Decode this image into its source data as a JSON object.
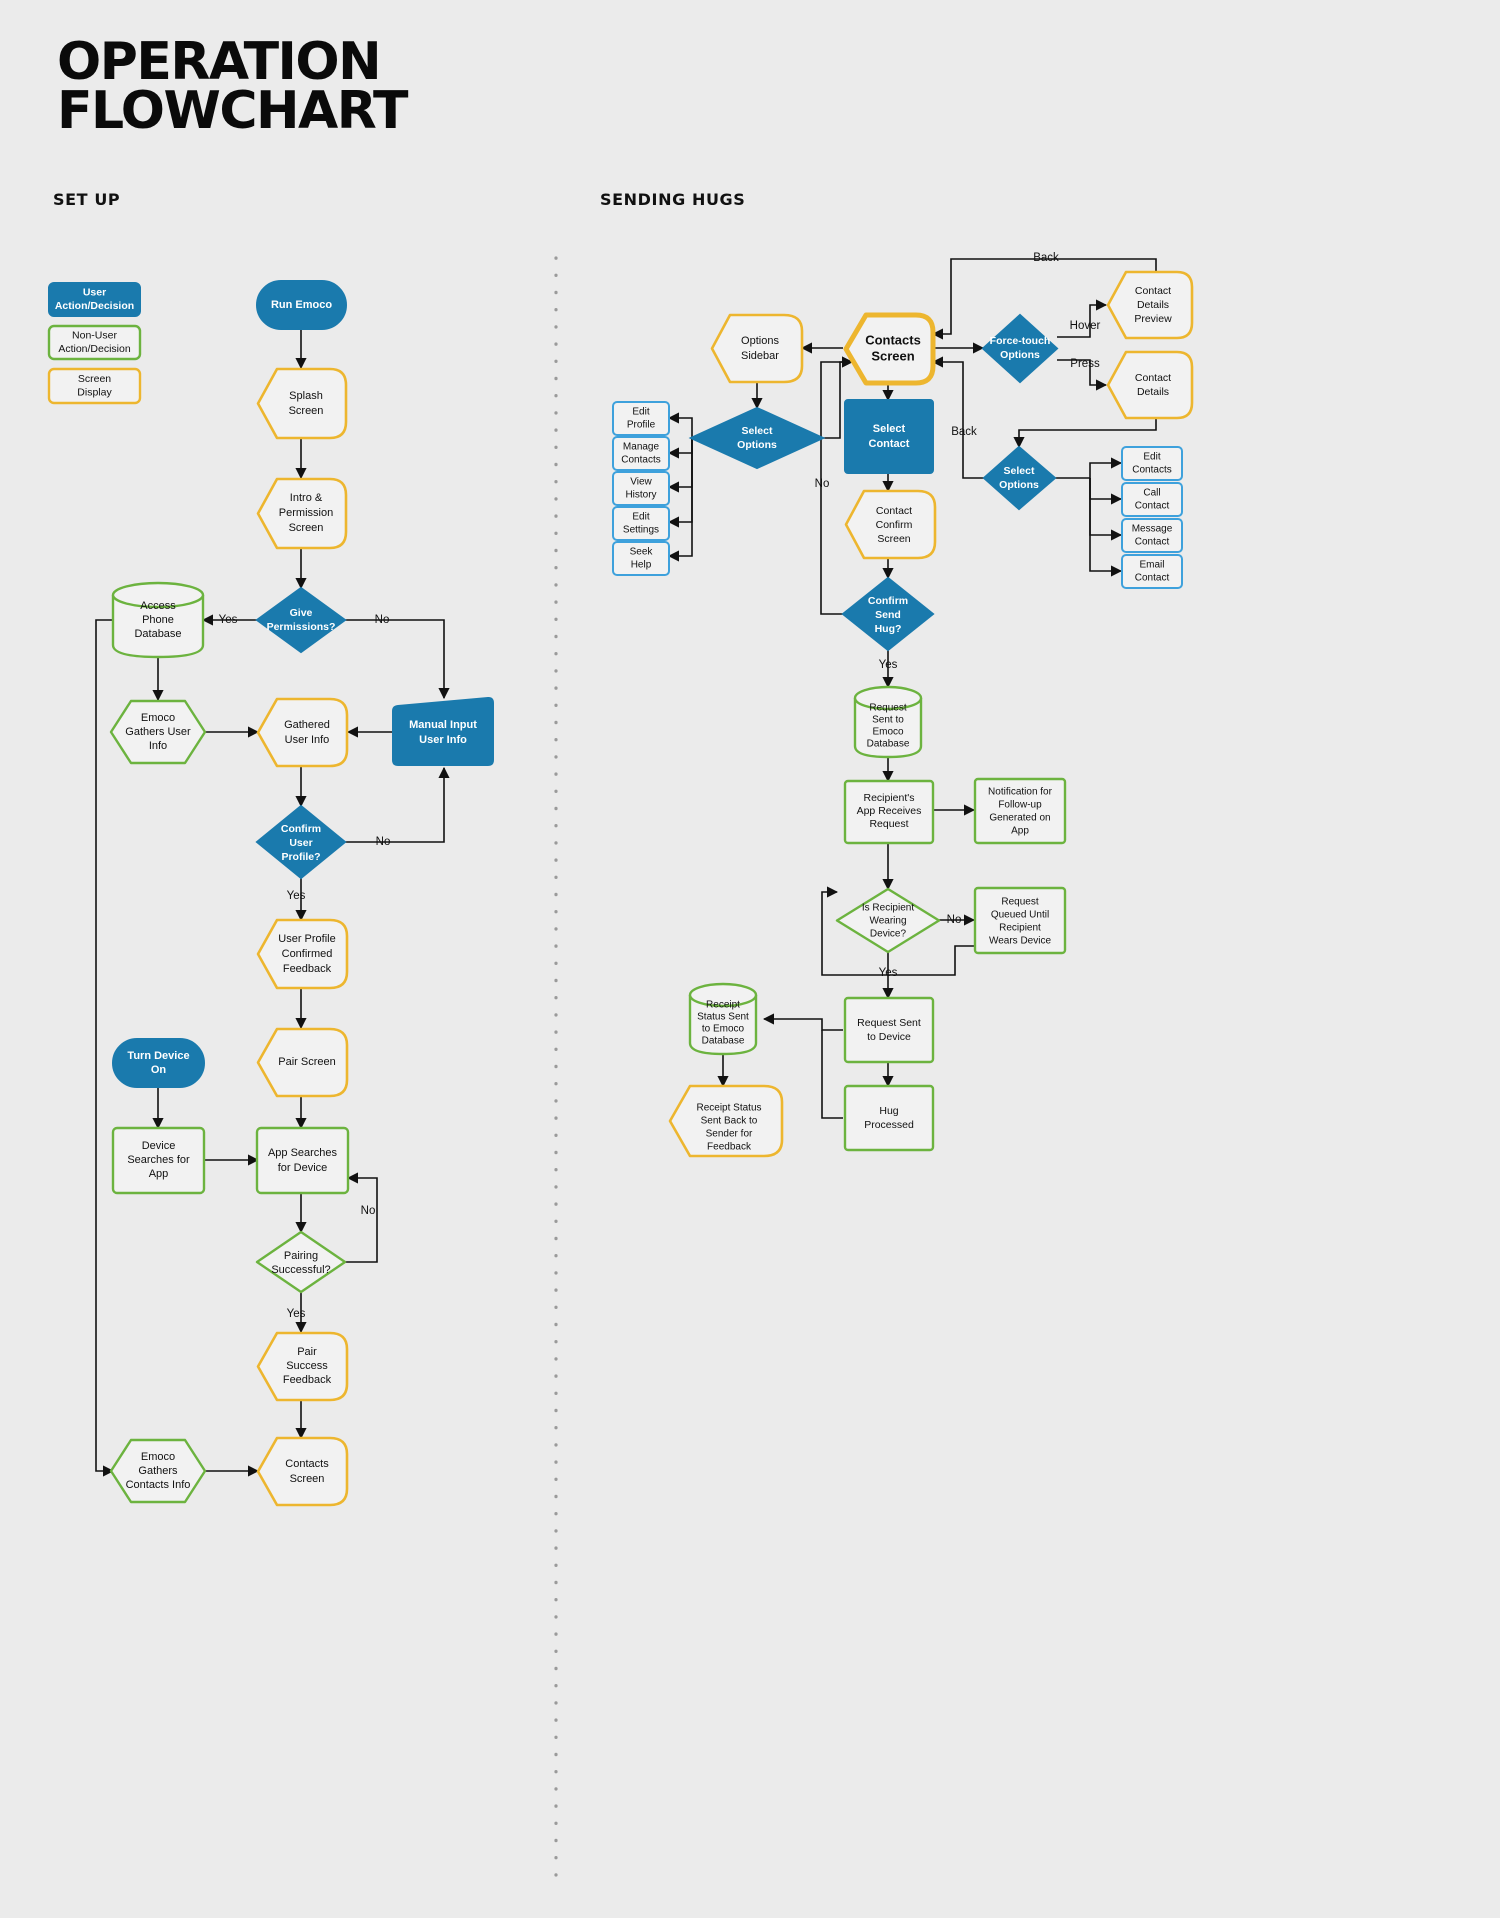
{
  "title": "OPERATION\nFLOWCHART",
  "sections": {
    "left": "SET UP",
    "right": "SENDING HUGS"
  },
  "colors": {
    "background": "#ebebeb",
    "user_blue": "#1a7aad",
    "nonuser_green": "#6cb33f",
    "screen_yellow": "#edb62f",
    "box_blue_outline": "#3ea1dc",
    "text_dark": "#111111",
    "text_light": "#ffffff",
    "divider_gray": "#9a9a9a"
  },
  "legend": [
    {
      "label": "User\nAction/Decision",
      "style": "user"
    },
    {
      "label": "Non-User\nAction/Decision",
      "style": "nonuser"
    },
    {
      "label": "Screen\nDisplay",
      "style": "screen"
    }
  ],
  "setup_nodes": [
    {
      "id": "run_emoco",
      "label": "Run Emoco",
      "shape": "terminator",
      "style": "user"
    },
    {
      "id": "splash",
      "label": "Screen\nDisplay",
      "shape": "screen",
      "style": "screen"
    },
    {
      "id": "splash_screen",
      "label": "Splash\nScreen",
      "shape": "screen",
      "style": "screen"
    },
    {
      "id": "intro",
      "label": "Intro &\nPermission\nScreen",
      "shape": "screen",
      "style": "screen"
    },
    {
      "id": "give_perm",
      "label": "Give\nPermissions?",
      "shape": "decision",
      "style": "user"
    },
    {
      "id": "access_db",
      "label": "Access\nPhone\nDatabase",
      "shape": "database",
      "style": "nonuser"
    },
    {
      "id": "emoco_gathers",
      "label": "Emoco\nGathers User\nInfo",
      "shape": "hexagon",
      "style": "nonuser"
    },
    {
      "id": "gathered_info",
      "label": "Gathered\nUser Info",
      "shape": "screen",
      "style": "screen"
    },
    {
      "id": "manual_input",
      "label": "Manual Input\nUser Info",
      "shape": "manual",
      "style": "user"
    },
    {
      "id": "confirm_profile",
      "label": "Confirm\nUser\nProfile?",
      "shape": "decision",
      "style": "user"
    },
    {
      "id": "profile_feedback",
      "label": "User Profile\nConfirmed\nFeedback",
      "shape": "screen",
      "style": "screen"
    },
    {
      "id": "pair_screen",
      "label": "Pair Screen",
      "shape": "screen",
      "style": "screen"
    },
    {
      "id": "turn_device_on",
      "label": "Turn Device\nOn",
      "shape": "terminator",
      "style": "user"
    },
    {
      "id": "device_searches",
      "label": "Device\nSearches for\nApp",
      "shape": "rect",
      "style": "nonuser"
    },
    {
      "id": "app_searches",
      "label": "App Searches\nfor Device",
      "shape": "rect",
      "style": "nonuser"
    },
    {
      "id": "pairing_ok",
      "label": "Pairing\nSuccessful?",
      "shape": "decision",
      "style": "nonuser"
    },
    {
      "id": "pair_success_fb",
      "label": "Pair\nSuccess\nFeedback",
      "shape": "screen",
      "style": "screen"
    },
    {
      "id": "emoco_contacts",
      "label": "Emoco\nGathers\nContacts Info",
      "shape": "hexagon",
      "style": "nonuser"
    },
    {
      "id": "contacts_screen_l",
      "label": "Contacts\nScreen",
      "shape": "screen",
      "style": "screen"
    }
  ],
  "setup_edge_labels": [
    "Yes",
    "No",
    "No",
    "Yes",
    "No",
    "Yes"
  ],
  "hugs_nodes": [
    {
      "id": "options_sidebar",
      "label": "Options\nSidebar",
      "shape": "screen",
      "style": "screen"
    },
    {
      "id": "contacts_screen",
      "label": "Contacts\nScreen",
      "shape": "screen",
      "style": "screen_bold"
    },
    {
      "id": "force_touch",
      "label": "Force-touch\nOptions",
      "shape": "decision",
      "style": "user"
    },
    {
      "id": "contact_preview",
      "label": "Contact\nDetails\nPreview",
      "shape": "screen",
      "style": "screen"
    },
    {
      "id": "contact_details",
      "label": "Contact\nDetails",
      "shape": "screen",
      "style": "screen"
    },
    {
      "id": "select_options_l",
      "label": "Select\nOptions",
      "shape": "decision",
      "style": "user"
    },
    {
      "id": "select_contact",
      "label": "Select\nContact",
      "shape": "rect",
      "style": "user"
    },
    {
      "id": "select_options_r",
      "label": "Select\nOptions",
      "shape": "decision",
      "style": "user"
    },
    {
      "id": "contact_confirm",
      "label": "Contact\nConfirm\nScreen",
      "shape": "screen",
      "style": "screen"
    },
    {
      "id": "confirm_send",
      "label": "Confirm\nSend\nHug?",
      "shape": "decision",
      "style": "user"
    },
    {
      "id": "request_sent_db",
      "label": "Request\nSent to\nEmoco\nDatabase",
      "shape": "database",
      "style": "nonuser"
    },
    {
      "id": "recipient_app",
      "label": "Recipient's\nApp Receives\nRequest",
      "shape": "rect",
      "style": "nonuser"
    },
    {
      "id": "notification",
      "label": "Notification for\nFollow-up\nGenerated on\nApp",
      "shape": "rect",
      "style": "nonuser"
    },
    {
      "id": "is_wearing",
      "label": "Is Recipient\nWearing\nDevice?",
      "shape": "decision",
      "style": "nonuser"
    },
    {
      "id": "request_queued",
      "label": "Request\nQueued Until\nRecipient\nWears Device",
      "shape": "rect",
      "style": "nonuser"
    },
    {
      "id": "request_to_device",
      "label": "Request Sent\nto Device",
      "shape": "rect",
      "style": "nonuser"
    },
    {
      "id": "receipt_db",
      "label": "Receipt\nStatus Sent\nto Emoco\nDatabase",
      "shape": "database",
      "style": "nonuser"
    },
    {
      "id": "hug_processed",
      "label": "Hug\nProcessed",
      "shape": "rect",
      "style": "nonuser"
    },
    {
      "id": "receipt_back",
      "label": "Receipt Status\nSent Back to\nSender for\nFeedback",
      "shape": "screen",
      "style": "screen"
    }
  ],
  "option_boxes_left": [
    {
      "label": "Edit\nProfile"
    },
    {
      "label": "Manage\nContacts"
    },
    {
      "label": "View\nHistory"
    },
    {
      "label": "Edit\nSettings"
    },
    {
      "label": "Seek\nHelp"
    }
  ],
  "option_boxes_right": [
    {
      "label": "Edit\nContacts"
    },
    {
      "label": "Call\nContact"
    },
    {
      "label": "Message\nContact"
    },
    {
      "label": "Email\nContact"
    }
  ],
  "hugs_edge_labels": [
    "Back",
    "Hover",
    "Press",
    "Back",
    "No",
    "Yes",
    "No",
    "Yes"
  ]
}
